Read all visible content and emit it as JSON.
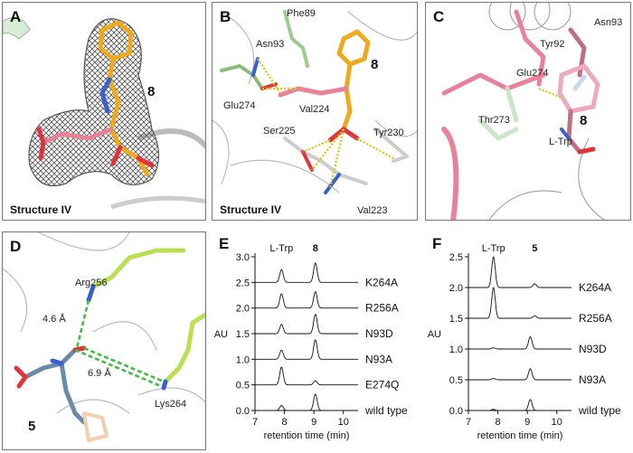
{
  "panels": {
    "A": {
      "label": "A",
      "compound": "8",
      "caption": "Structure IV"
    },
    "B": {
      "label": "B",
      "compound": "8",
      "caption": "Structure IV",
      "residues": [
        "Phe89",
        "Asn93",
        "Glu274",
        "Val224",
        "Ser225",
        "Tyr230",
        "Val223"
      ]
    },
    "C": {
      "label": "C",
      "compound": "8",
      "residues": [
        "Tyr92",
        "Asn93",
        "Glu274",
        "Thr273",
        "L-Trp"
      ]
    },
    "D": {
      "label": "D",
      "compound": "5",
      "residues": [
        "Arg256",
        "Lys264"
      ],
      "distances": [
        "4.6 Å",
        "6.9 Å"
      ]
    },
    "E": {
      "label": "E"
    },
    "F": {
      "label": "F"
    }
  },
  "chart_data": [
    {
      "type": "line",
      "panel": "E",
      "xlabel": "retention time (min)",
      "ylabel": "AU",
      "xlim": [
        7,
        10.5
      ],
      "xticks": [
        7,
        8,
        9,
        10
      ],
      "ylim": [
        0,
        3.0
      ],
      "yticks": [
        "0.0",
        "0.5",
        "1.0",
        "1.5",
        "2.0",
        "2.5",
        "3.0"
      ],
      "peak_labels": [
        {
          "text": "L-Trp",
          "x": 7.9
        },
        {
          "text": "8",
          "x": 9.05
        }
      ],
      "series": [
        {
          "name": "K264A",
          "offset": 2.5,
          "peaks": [
            [
              7.9,
              0.25
            ],
            [
              9.05,
              0.38
            ]
          ]
        },
        {
          "name": "R256A",
          "offset": 2.0,
          "peaks": [
            [
              7.9,
              0.28
            ],
            [
              9.05,
              0.32
            ]
          ]
        },
        {
          "name": "N93D",
          "offset": 1.5,
          "peaks": [
            [
              7.9,
              0.18
            ],
            [
              9.05,
              0.38
            ]
          ]
        },
        {
          "name": "N93A",
          "offset": 1.0,
          "peaks": [
            [
              7.9,
              0.18
            ],
            [
              9.05,
              0.38
            ]
          ]
        },
        {
          "name": "E274Q",
          "offset": 0.5,
          "peaks": [
            [
              7.9,
              0.35
            ],
            [
              9.05,
              0.08
            ]
          ]
        },
        {
          "name": "wild type",
          "offset": 0.0,
          "peaks": [
            [
              7.9,
              0.1
            ],
            [
              9.05,
              0.32
            ]
          ]
        }
      ]
    },
    {
      "type": "line",
      "panel": "F",
      "xlabel": "retention time (min)",
      "ylabel": "AU",
      "xlim": [
        7,
        10.5
      ],
      "xticks": [
        7,
        8,
        9,
        10
      ],
      "ylim": [
        0,
        2.5
      ],
      "yticks": [
        "0.0",
        "0.5",
        "1.0",
        "1.5",
        "2.0",
        "2.5"
      ],
      "peak_labels": [
        {
          "text": "L-Trp",
          "x": 7.85
        },
        {
          "text": "5",
          "x": 9.25
        }
      ],
      "series": [
        {
          "name": "K264A",
          "offset": 2.0,
          "peaks": [
            [
              7.85,
              0.5
            ],
            [
              9.25,
              0.06
            ]
          ]
        },
        {
          "name": "R256A",
          "offset": 1.5,
          "peaks": [
            [
              7.85,
              0.5
            ],
            [
              9.25,
              0.04
            ]
          ]
        },
        {
          "name": "N93D",
          "offset": 1.0,
          "peaks": [
            [
              7.85,
              0.02
            ],
            [
              9.1,
              0.2
            ]
          ]
        },
        {
          "name": "N93A",
          "offset": 0.5,
          "peaks": [
            [
              7.85,
              0.02
            ],
            [
              9.1,
              0.18
            ]
          ]
        },
        {
          "name": "wild type",
          "offset": 0.0,
          "peaks": [
            [
              7.85,
              0.02
            ],
            [
              9.1,
              0.18
            ]
          ]
        }
      ]
    }
  ]
}
